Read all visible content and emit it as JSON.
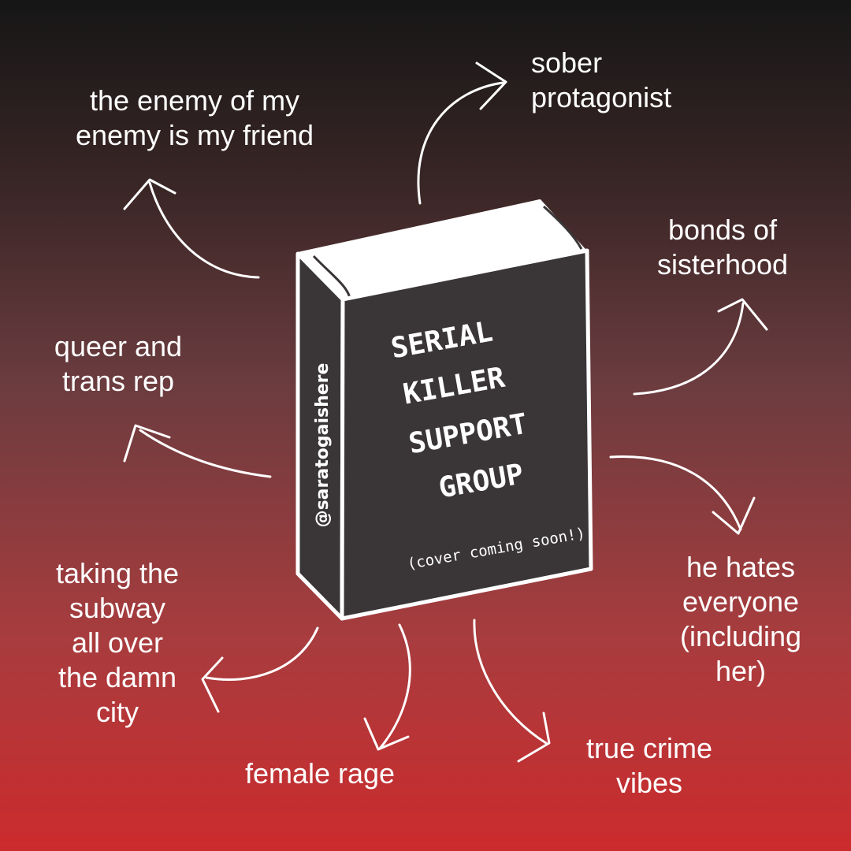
{
  "book": {
    "title_lines": [
      "SERIAL",
      "KILLER",
      "SUPPORT",
      "GROUP"
    ],
    "cover_note": "(cover coming soon!)",
    "spine_handle": "@saratogaishere"
  },
  "tropes": {
    "enemy": [
      "the enemy of my",
      "enemy is my friend"
    ],
    "sober": [
      "sober",
      "protagonist"
    ],
    "sisterhood": [
      "bonds of",
      "sisterhood"
    ],
    "queer": [
      "queer and",
      "trans rep"
    ],
    "hates": [
      "he hates",
      "everyone",
      "(including",
      "her)"
    ],
    "subway": [
      "taking the",
      "subway",
      "all over",
      "the damn",
      "city"
    ],
    "rage": [
      "female rage"
    ],
    "crime": [
      "true crime",
      "vibes"
    ]
  },
  "colors": {
    "background_top": "#161616",
    "background_bottom": "#cc2b2d",
    "book_cover": "#3a3637",
    "book_outline": "#ffffff",
    "text": "#ffffff"
  }
}
